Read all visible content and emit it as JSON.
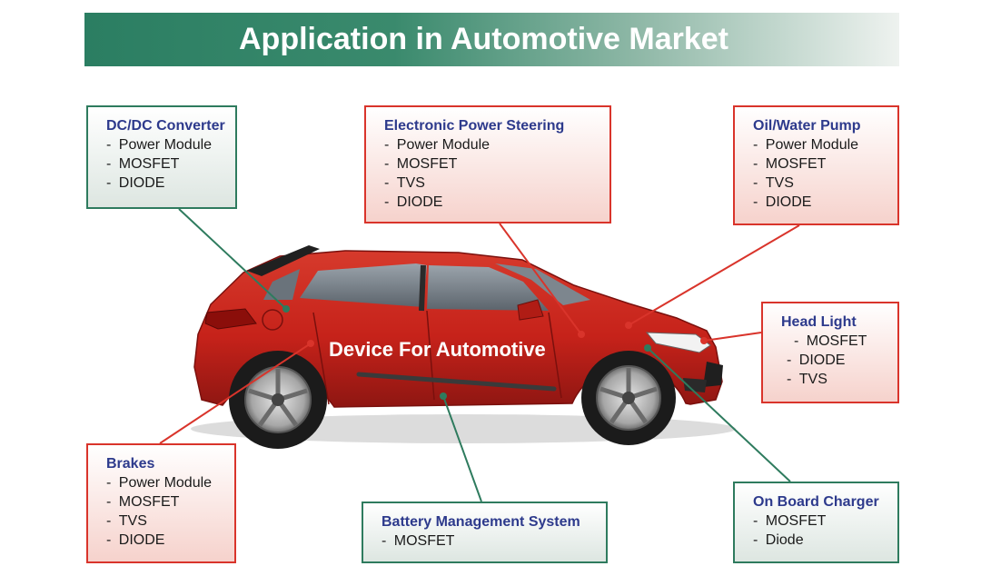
{
  "title": "Application in Automotive Market",
  "car_label": "Device For Automotive",
  "colors": {
    "banner_green": "#2b7e62",
    "box_green_border": "#2e7b5e",
    "box_red_border": "#d9342b",
    "heading_blue": "#2d3a8c",
    "car_red": "#c6221a"
  },
  "boxes": {
    "dcdc": {
      "title": "DC/DC Converter",
      "items": [
        "Power Module",
        "MOSFET",
        "DIODE"
      ]
    },
    "eps": {
      "title": "Electronic Power Steering",
      "items": [
        "Power Module",
        "MOSFET",
        "TVS",
        "DIODE"
      ]
    },
    "pump": {
      "title": "Oil/Water Pump",
      "items": [
        "Power Module",
        "MOSFET",
        "TVS",
        "DIODE"
      ]
    },
    "headlight": {
      "title": "Head Light",
      "items": [
        "MOSFET",
        "DIODE",
        "TVS"
      ]
    },
    "brakes": {
      "title": "Brakes",
      "items": [
        "Power Module",
        "MOSFET",
        "TVS",
        "DIODE"
      ]
    },
    "bms": {
      "title": "Battery Management System",
      "items": [
        "MOSFET"
      ]
    },
    "charger": {
      "title": "On Board Charger",
      "items": [
        "MOSFET",
        "Diode"
      ]
    }
  }
}
